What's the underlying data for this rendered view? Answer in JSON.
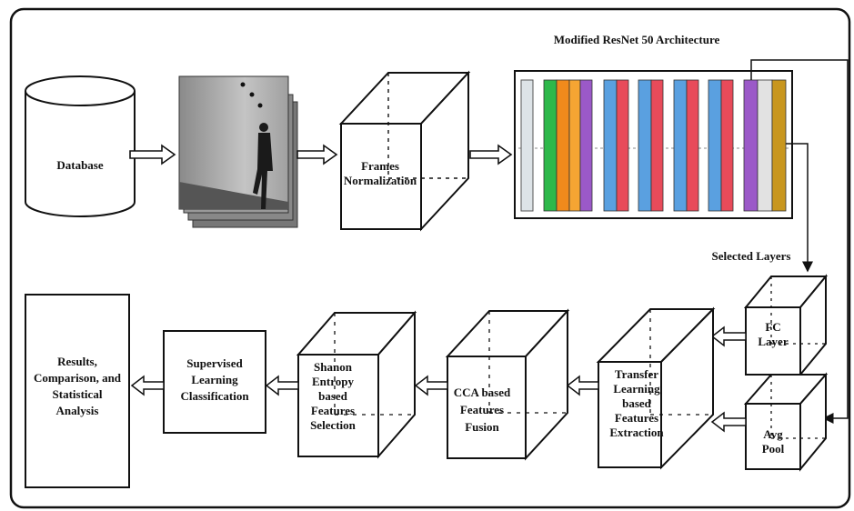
{
  "diagram": {
    "title": "Modified ResNet 50 Architecture",
    "database": "Database",
    "frames_normalization": [
      "Frames",
      "Normalization"
    ],
    "selected_layers": "Selected Layers",
    "fc_layer": [
      "FC",
      "Layer"
    ],
    "avg_pool": [
      "Avg",
      "Pool"
    ],
    "transfer_learning": [
      "Transfer",
      "Learning",
      "based",
      "Features",
      "Extraction"
    ],
    "cca_fusion": [
      "CCA based",
      "Features",
      "Fusion"
    ],
    "shanon_entropy": [
      "Shanon",
      "Entropy",
      "based",
      "Features",
      "Selection"
    ],
    "supervised": [
      "Supervised",
      "Learning",
      "Classification"
    ],
    "results": [
      "Results,",
      "Comparison, and",
      "Statistical",
      "Analysis"
    ]
  },
  "colors": {
    "input_layer": "#dde3e7",
    "green": "#2eb84a",
    "orange": "#f08a1c",
    "purple": "#9b59c8",
    "blue": "#5aa0e0",
    "red": "#e84b5a",
    "gray": "#e2e2e2",
    "gold": "#c8961e"
  }
}
